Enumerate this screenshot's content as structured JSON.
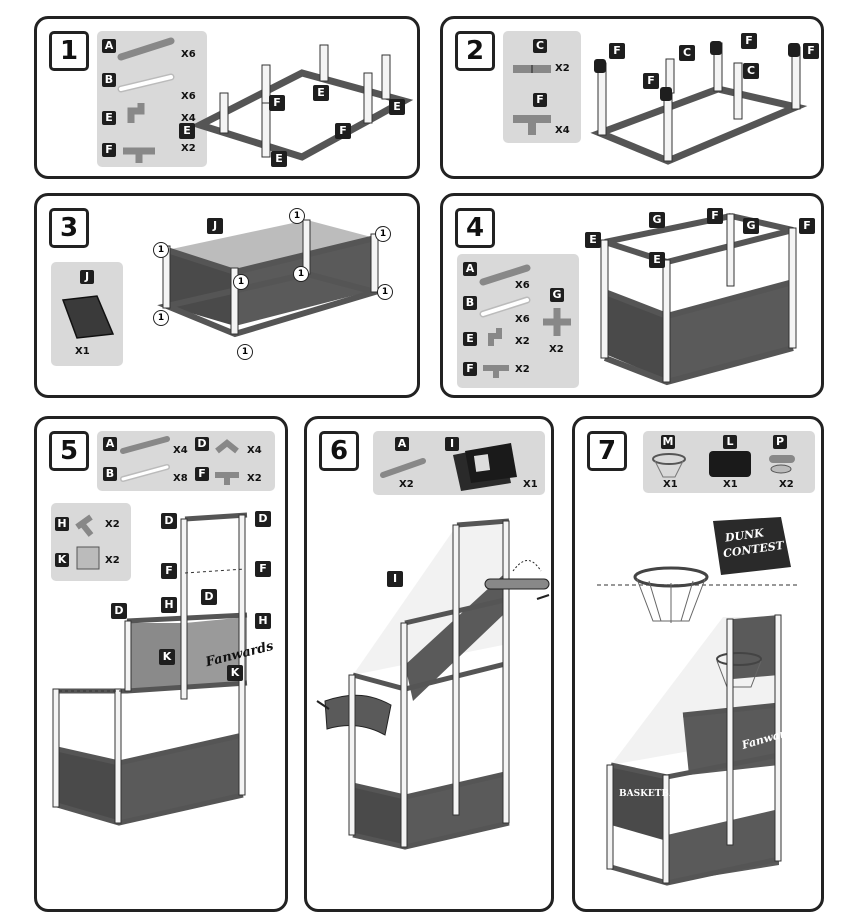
{
  "steps": [
    {
      "number": "1",
      "parts": [
        {
          "label": "A",
          "qty": "X6"
        },
        {
          "label": "B",
          "qty": "X6"
        },
        {
          "label": "E",
          "qty": "X4"
        },
        {
          "label": "F",
          "qty": "X2"
        }
      ],
      "callouts": [
        "E",
        "F",
        "E",
        "E",
        "F",
        "E"
      ]
    },
    {
      "number": "2",
      "parts": [
        {
          "label": "C",
          "qty": "X2"
        },
        {
          "label": "F",
          "qty": "X4"
        }
      ],
      "callouts": [
        "F",
        "C",
        "F",
        "F",
        "F",
        "C",
        "F"
      ]
    },
    {
      "number": "3",
      "parts": [
        {
          "label": "J",
          "qty": "X1"
        }
      ],
      "callouts": [
        "J"
      ],
      "marker": "1"
    },
    {
      "number": "4",
      "parts": [
        {
          "label": "A",
          "qty": "X6"
        },
        {
          "label": "B",
          "qty": "X6"
        },
        {
          "label": "E",
          "qty": "X2"
        },
        {
          "label": "F",
          "qty": "X2"
        },
        {
          "label": "G",
          "qty": "X2"
        }
      ],
      "callouts": [
        "G",
        "F",
        "G",
        "F",
        "E",
        "E"
      ]
    },
    {
      "number": "5",
      "parts": [
        {
          "label": "A",
          "qty": "X4"
        },
        {
          "label": "D",
          "qty": "X4"
        },
        {
          "label": "B",
          "qty": "X8"
        },
        {
          "label": "F",
          "qty": "X2"
        },
        {
          "label": "H",
          "qty": "X2"
        },
        {
          "label": "K",
          "qty": "X2"
        }
      ],
      "callouts": [
        "D",
        "D",
        "F",
        "F",
        "D",
        "H",
        "D",
        "H",
        "K",
        "K"
      ],
      "brand": "Fanwards"
    },
    {
      "number": "6",
      "parts": [
        {
          "label": "A",
          "qty": "X2"
        },
        {
          "label": "I",
          "qty": "X1"
        }
      ],
      "callouts": [
        "I"
      ]
    },
    {
      "number": "7",
      "parts": [
        {
          "label": "M",
          "qty": "X1"
        },
        {
          "label": "L",
          "qty": "X1"
        },
        {
          "label": "P",
          "qty": "X2"
        }
      ],
      "brand": "Fanwards",
      "board_text": [
        "DUNK",
        "CONTEST"
      ],
      "sign_text": "BASKETBALL"
    }
  ]
}
